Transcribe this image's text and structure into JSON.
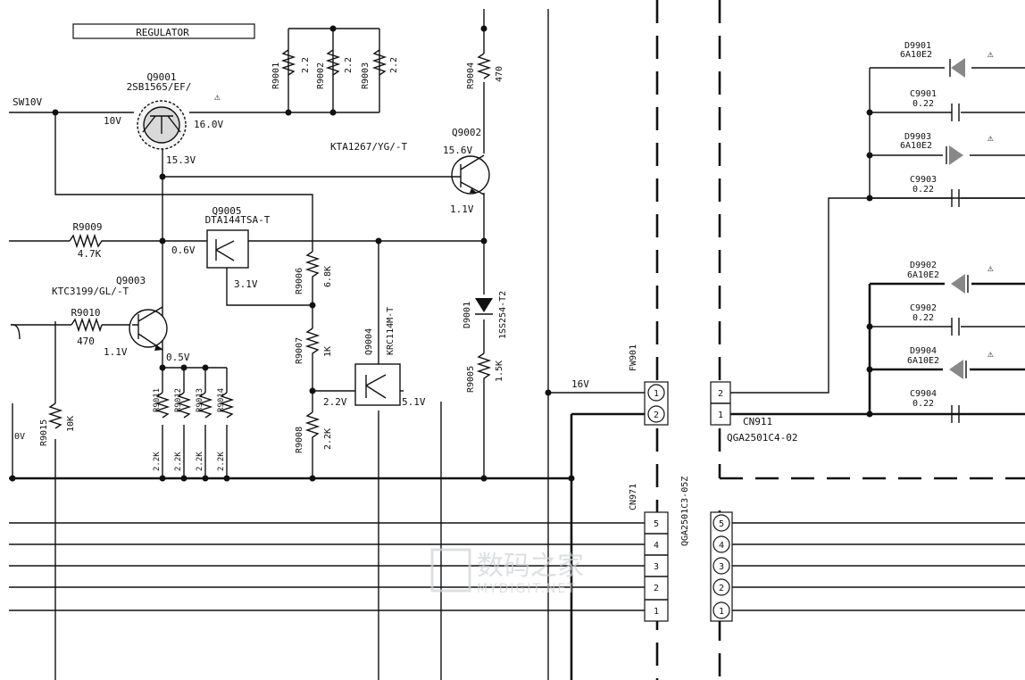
{
  "block_title": "REGULATOR",
  "net_labels": {
    "sw10v": "SW10V",
    "v16": "16V"
  },
  "components": {
    "q9001": {
      "ref": "Q9001",
      "part": "2SB1565/EF/",
      "v_in": "10V",
      "v_out": "16.0V",
      "v_base": "15.3V"
    },
    "q9002": {
      "ref": "Q9002",
      "part": "KTA1267/YG/-T",
      "v_top": "15.6V",
      "v_bot": "1.1V"
    },
    "q9003": {
      "ref": "Q9003",
      "part": "KTC3199/GL/-T",
      "v_base": "1.1V",
      "v_emit": "0.5V"
    },
    "q9004": {
      "ref": "Q9004",
      "part": "KRC114M-T",
      "v_in": "2.2V",
      "v_out": "5.1V"
    },
    "q9005": {
      "ref": "Q9005",
      "part": "DTA144TSA-T",
      "v_in": "0.6V",
      "v_out": "3.1V"
    },
    "d9001": {
      "ref": "D9001",
      "part": "1SS254-T2"
    },
    "r9001": {
      "ref": "R9001",
      "value": "2.2"
    },
    "r9002": {
      "ref": "R9002",
      "value": "2.2"
    },
    "r9003": {
      "ref": "R9003",
      "value": "2.2"
    },
    "r9004": {
      "ref": "R9004",
      "value": "470"
    },
    "r9005": {
      "ref": "R9005",
      "value": "1.5K"
    },
    "r9006": {
      "ref": "R9006",
      "value": "6.8K"
    },
    "r9007": {
      "ref": "R9007",
      "value": "1K"
    },
    "r9008": {
      "ref": "R9008",
      "value": "2.2K"
    },
    "r9009": {
      "ref": "R9009",
      "value": "4.7K"
    },
    "r9010": {
      "ref": "R9010",
      "value": "470"
    },
    "r9011": {
      "ref": "R9011",
      "value": "2.2K"
    },
    "r9012": {
      "ref": "R9012",
      "value": "2.2K"
    },
    "r9013": {
      "ref": "R9013",
      "value": "2.2K"
    },
    "r9014": {
      "ref": "R9014",
      "value": "2.2K"
    },
    "r9015": {
      "ref": "R9015",
      "value": "10K"
    },
    "d9901": {
      "ref": "D9901",
      "part": "6A10E2"
    },
    "d9902": {
      "ref": "D9902",
      "part": "6A10E2"
    },
    "d9903": {
      "ref": "D9903",
      "part": "6A10E2"
    },
    "d9904": {
      "ref": "D9904",
      "part": "6A10E2"
    },
    "c9901": {
      "ref": "C9901",
      "value": "0.22"
    },
    "c9902": {
      "ref": "C9902",
      "value": "0.22"
    },
    "c9903": {
      "ref": "C9903",
      "value": "0.22"
    },
    "c9904": {
      "ref": "C9904",
      "value": "0.22"
    }
  },
  "connectors": {
    "fw901": {
      "ref": "FW901",
      "pins": [
        "1",
        "2"
      ]
    },
    "cn911": {
      "ref": "CN911",
      "part": "QGA2501C4-02",
      "pins": [
        "2",
        "1"
      ]
    },
    "cn971": {
      "ref": "CN971",
      "part": "QGA2501C3-05Z",
      "pins": [
        "5",
        "4",
        "3",
        "2",
        "1"
      ]
    }
  },
  "misc": {
    "left_voltage": "0V",
    "warning_symbol": "⚠"
  },
  "watermark": {
    "title": "数码之家",
    "sub": "MYDIGIT.NET"
  }
}
